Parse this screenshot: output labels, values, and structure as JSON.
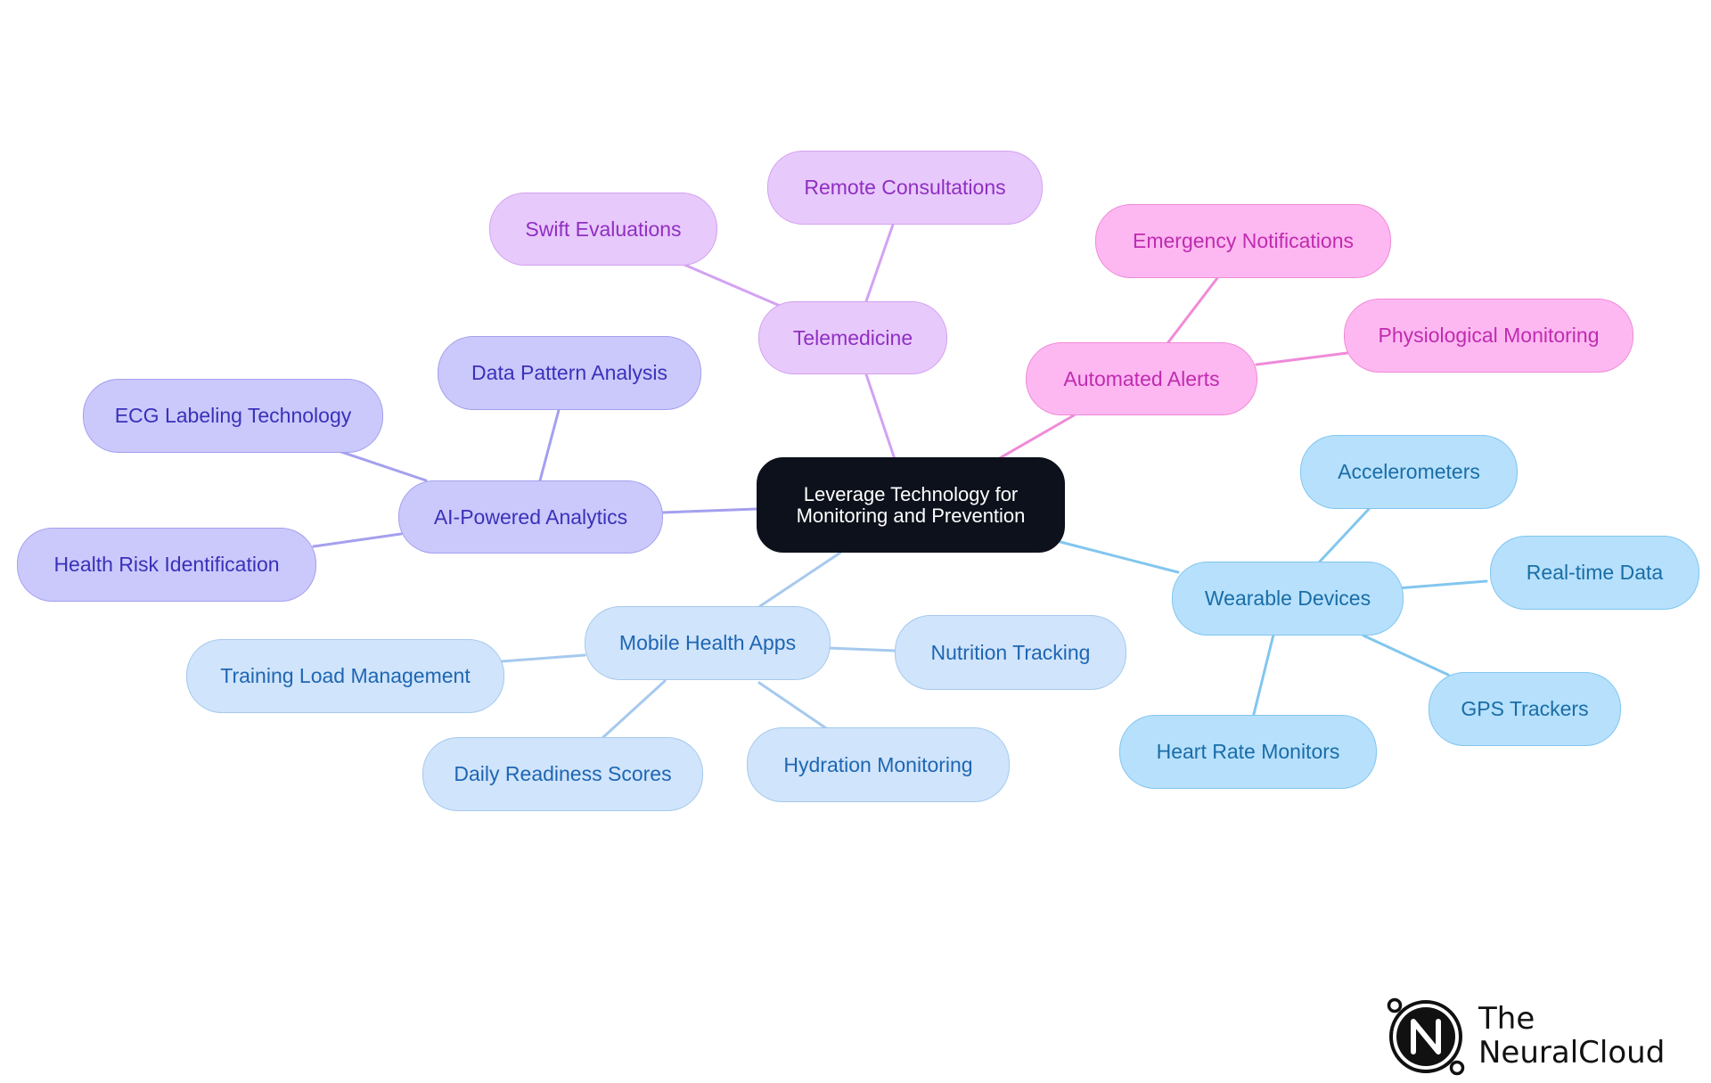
{
  "diagram": {
    "root": {
      "line1": "Leverage Technology for",
      "line2": "Monitoring and Prevention"
    },
    "branches": {
      "telemedicine": {
        "label": "Telemedicine",
        "children": {
          "remote_consultations": "Remote Consultations",
          "swift_evaluations": "Swift Evaluations"
        }
      },
      "automated_alerts": {
        "label": "Automated Alerts",
        "children": {
          "emergency_notifications": "Emergency Notifications",
          "physiological_monitoring": "Physiological Monitoring"
        }
      },
      "ai_powered_analytics": {
        "label": "AI-Powered Analytics",
        "children": {
          "data_pattern_analysis": "Data Pattern Analysis",
          "ecg_labeling_technology": "ECG Labeling Technology",
          "health_risk_identification": "Health Risk Identification"
        }
      },
      "wearable_devices": {
        "label": "Wearable Devices",
        "children": {
          "accelerometers": "Accelerometers",
          "real_time_data": "Real-time Data",
          "gps_trackers": "GPS Trackers",
          "heart_rate_monitors": "Heart Rate Monitors"
        }
      },
      "mobile_health_apps": {
        "label": "Mobile Health Apps",
        "children": {
          "training_load_management": "Training Load Management",
          "nutrition_tracking": "Nutrition Tracking",
          "daily_readiness_scores": "Daily Readiness Scores",
          "hydration_monitoring": "Hydration Monitoring"
        }
      }
    }
  },
  "logo": {
    "line1": "The",
    "line2": "NeuralCloud"
  },
  "colors": {
    "root": "#0c111b",
    "telemedicine": "#d3a2f2",
    "automated_alerts": "#f08ad8",
    "ai_powered_analytics": "#a4a0ee",
    "wearable_devices": "#82c6ef",
    "mobile_health_apps": "#a6c9ee"
  }
}
